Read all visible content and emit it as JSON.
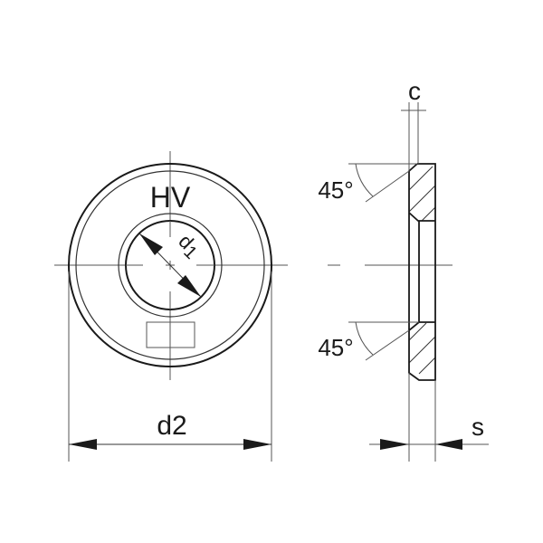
{
  "drawing": {
    "subject": "flat washer technical drawing",
    "front_view": {
      "marking_text": "HV",
      "inner_diameter_label": "d1",
      "inner_diameter_subscript_base": "d",
      "inner_diameter_subscript": "1",
      "outer_diameter_label": "d2"
    },
    "side_view": {
      "chamfer_label": "c",
      "top_angle_label": "45°",
      "bottom_angle_label": "45°",
      "thickness_label": "s"
    },
    "colors": {
      "line": "#1a1a1a",
      "thin_line": "#555555",
      "background": "#ffffff"
    }
  }
}
